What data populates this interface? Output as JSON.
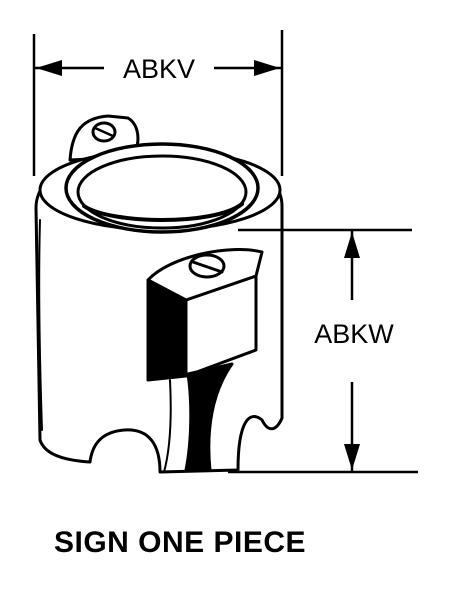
{
  "dimensions": {
    "width_label": "ABKV",
    "height_label": "ABKW"
  },
  "caption": "SIGN ONE PIECE",
  "colors": {
    "ink": "#000000",
    "paper": "#ffffff"
  }
}
